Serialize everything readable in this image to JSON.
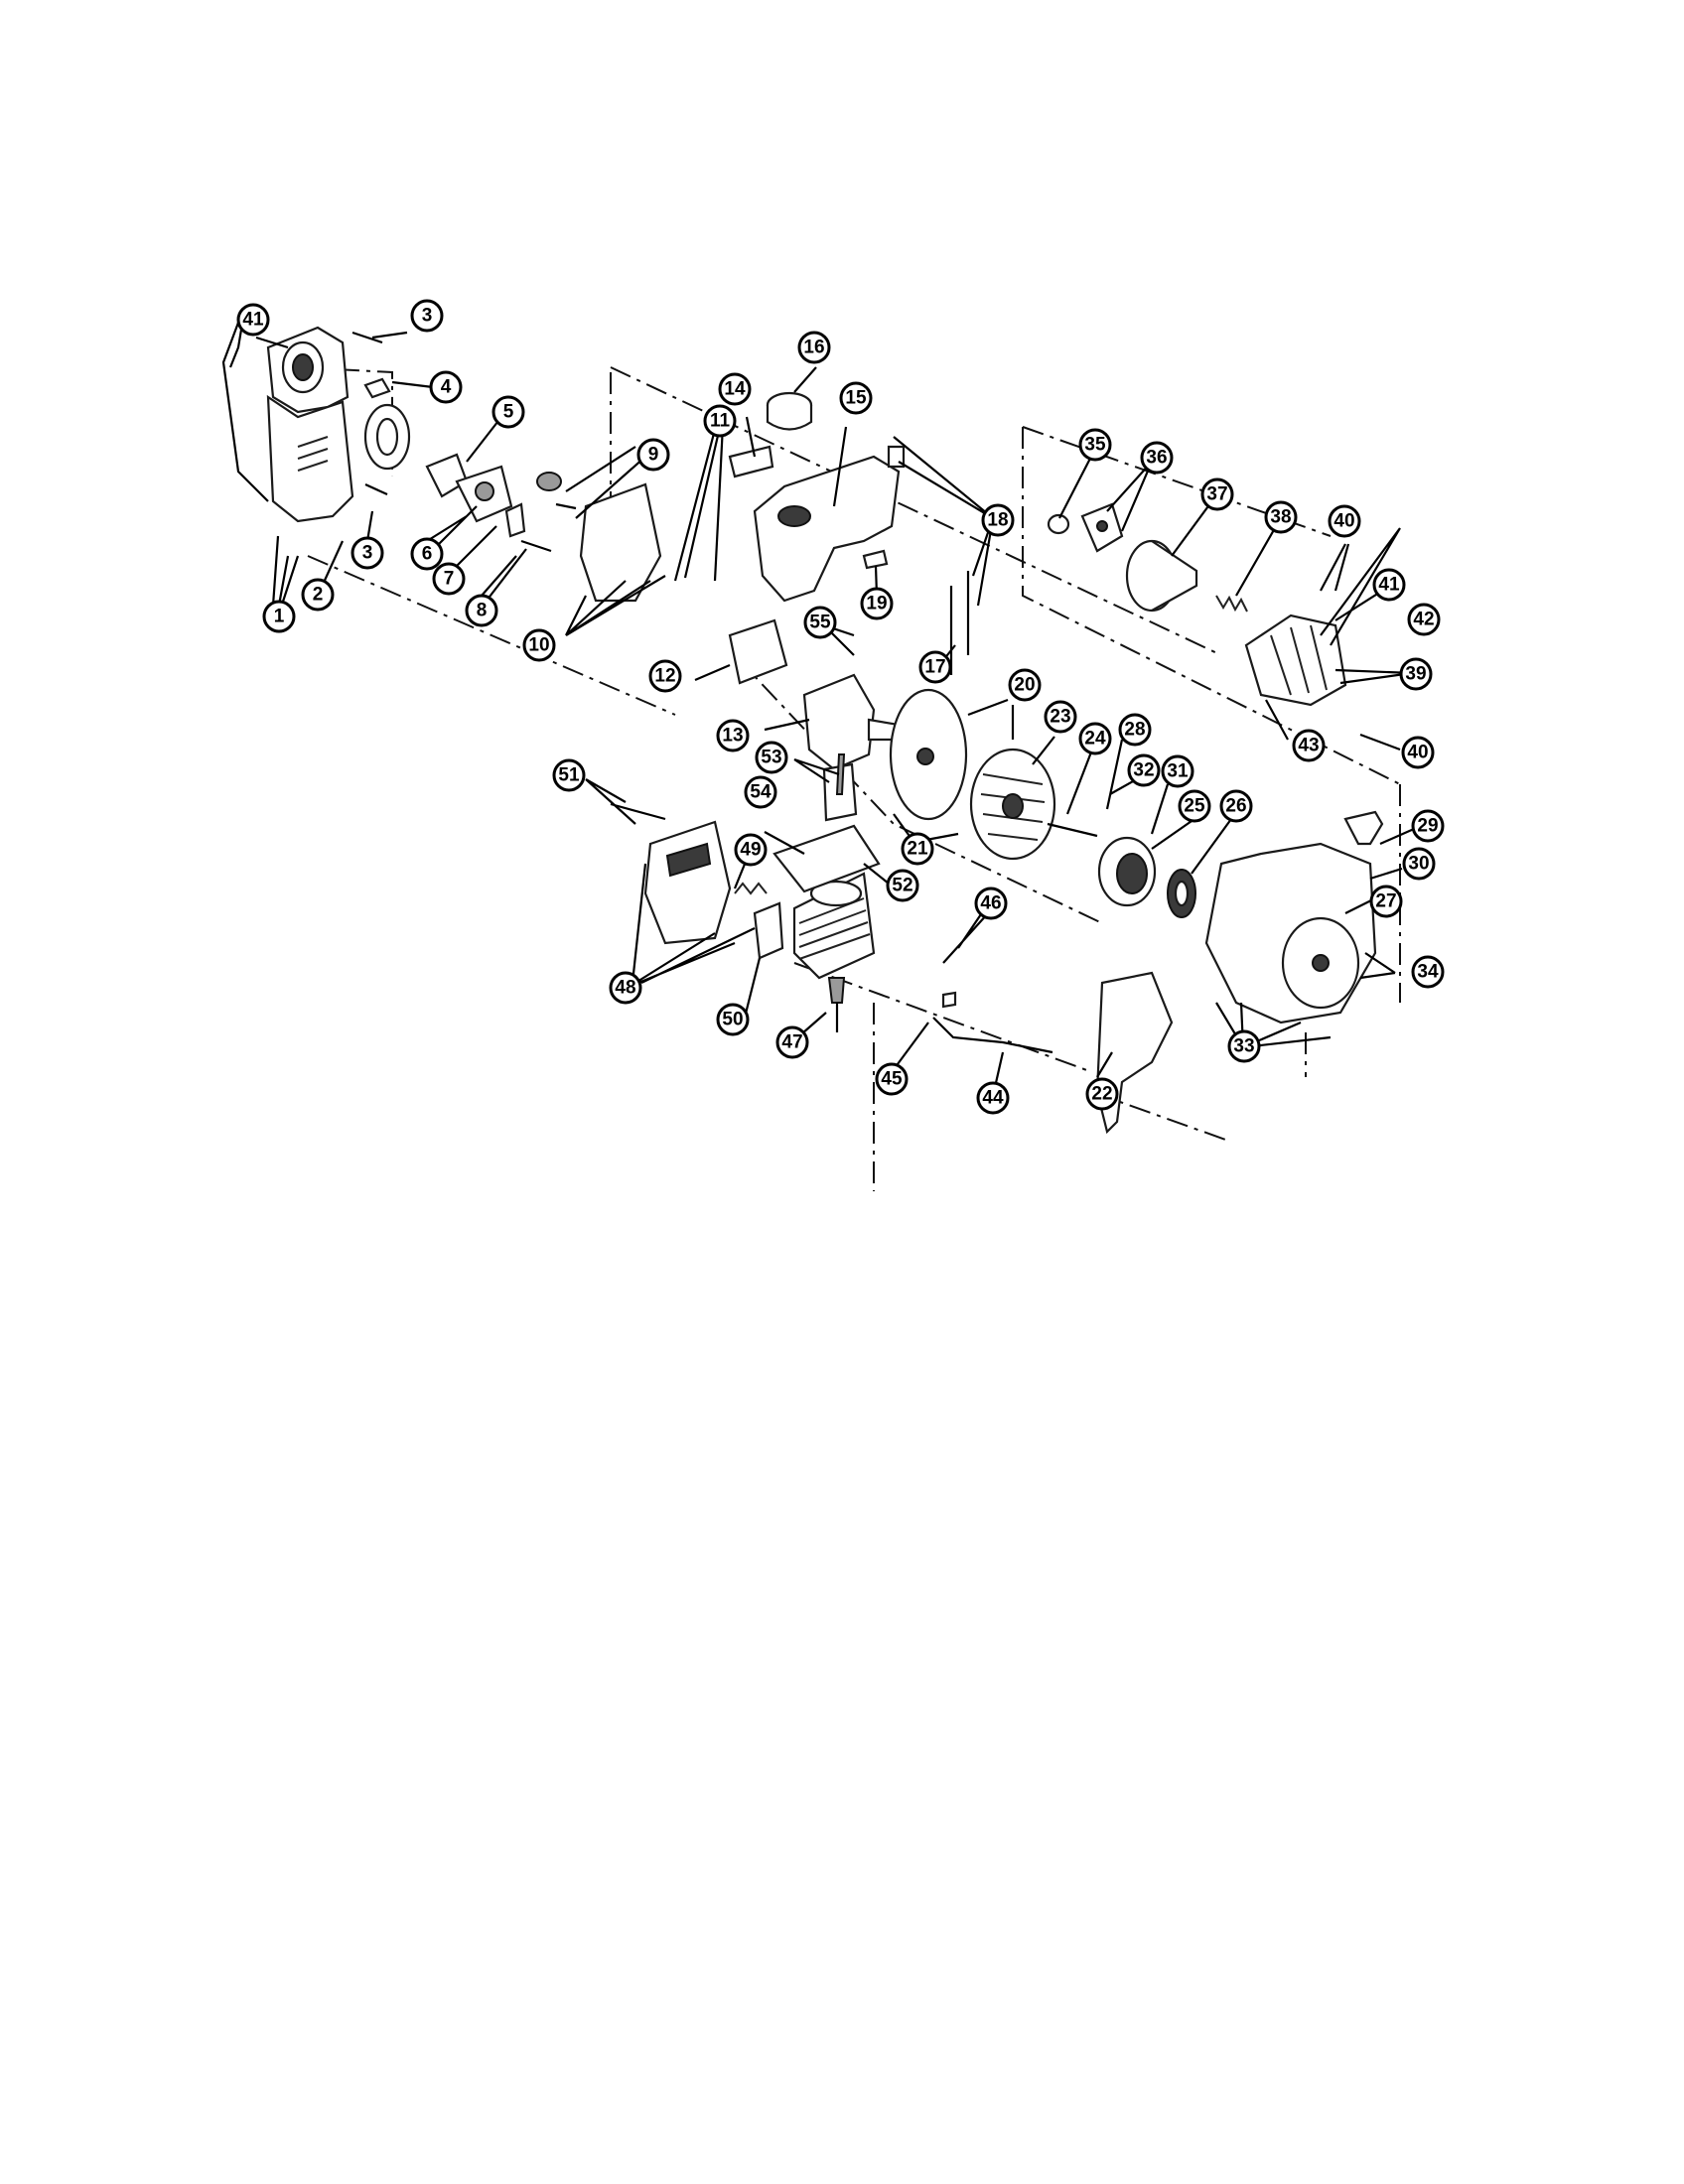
{
  "diagram": {
    "callouts": [
      {
        "id": "c1",
        "label": "1"
      },
      {
        "id": "c2",
        "label": "2"
      },
      {
        "id": "c3a",
        "label": "3"
      },
      {
        "id": "c3b",
        "label": "3"
      },
      {
        "id": "c4",
        "label": "4"
      },
      {
        "id": "c5",
        "label": "5"
      },
      {
        "id": "c6",
        "label": "6"
      },
      {
        "id": "c7",
        "label": "7"
      },
      {
        "id": "c8",
        "label": "8"
      },
      {
        "id": "c9",
        "label": "9"
      },
      {
        "id": "c10",
        "label": "10"
      },
      {
        "id": "c11",
        "label": "11"
      },
      {
        "id": "c12",
        "label": "12"
      },
      {
        "id": "c13",
        "label": "13"
      },
      {
        "id": "c14",
        "label": "14"
      },
      {
        "id": "c15",
        "label": "15"
      },
      {
        "id": "c16",
        "label": "16"
      },
      {
        "id": "c17",
        "label": "17"
      },
      {
        "id": "c18",
        "label": "18"
      },
      {
        "id": "c19",
        "label": "19"
      },
      {
        "id": "c20",
        "label": "20"
      },
      {
        "id": "c21",
        "label": "21"
      },
      {
        "id": "c22",
        "label": "22"
      },
      {
        "id": "c23",
        "label": "23"
      },
      {
        "id": "c24",
        "label": "24"
      },
      {
        "id": "c25",
        "label": "25"
      },
      {
        "id": "c26",
        "label": "26"
      },
      {
        "id": "c27",
        "label": "27"
      },
      {
        "id": "c28",
        "label": "28"
      },
      {
        "id": "c29",
        "label": "29"
      },
      {
        "id": "c30",
        "label": "30"
      },
      {
        "id": "c31",
        "label": "31"
      },
      {
        "id": "c32",
        "label": "32"
      },
      {
        "id": "c33",
        "label": "33"
      },
      {
        "id": "c34",
        "label": "34"
      },
      {
        "id": "c35",
        "label": "35"
      },
      {
        "id": "c36",
        "label": "36"
      },
      {
        "id": "c37",
        "label": "37"
      },
      {
        "id": "c38",
        "label": "38"
      },
      {
        "id": "c39",
        "label": "39"
      },
      {
        "id": "c40a",
        "label": "40"
      },
      {
        "id": "c40b",
        "label": "40"
      },
      {
        "id": "c41a",
        "label": "41"
      },
      {
        "id": "c41b",
        "label": "41"
      },
      {
        "id": "c42",
        "label": "42"
      },
      {
        "id": "c43",
        "label": "43"
      },
      {
        "id": "c44",
        "label": "44"
      },
      {
        "id": "c45",
        "label": "45"
      },
      {
        "id": "c46",
        "label": "46"
      },
      {
        "id": "c47",
        "label": "47"
      },
      {
        "id": "c48",
        "label": "48"
      },
      {
        "id": "c49",
        "label": "49"
      },
      {
        "id": "c50",
        "label": "50"
      },
      {
        "id": "c51",
        "label": "51"
      },
      {
        "id": "c52",
        "label": "52"
      },
      {
        "id": "c53",
        "label": "53"
      },
      {
        "id": "c54",
        "label": "54"
      },
      {
        "id": "c55",
        "label": "55"
      }
    ]
  }
}
